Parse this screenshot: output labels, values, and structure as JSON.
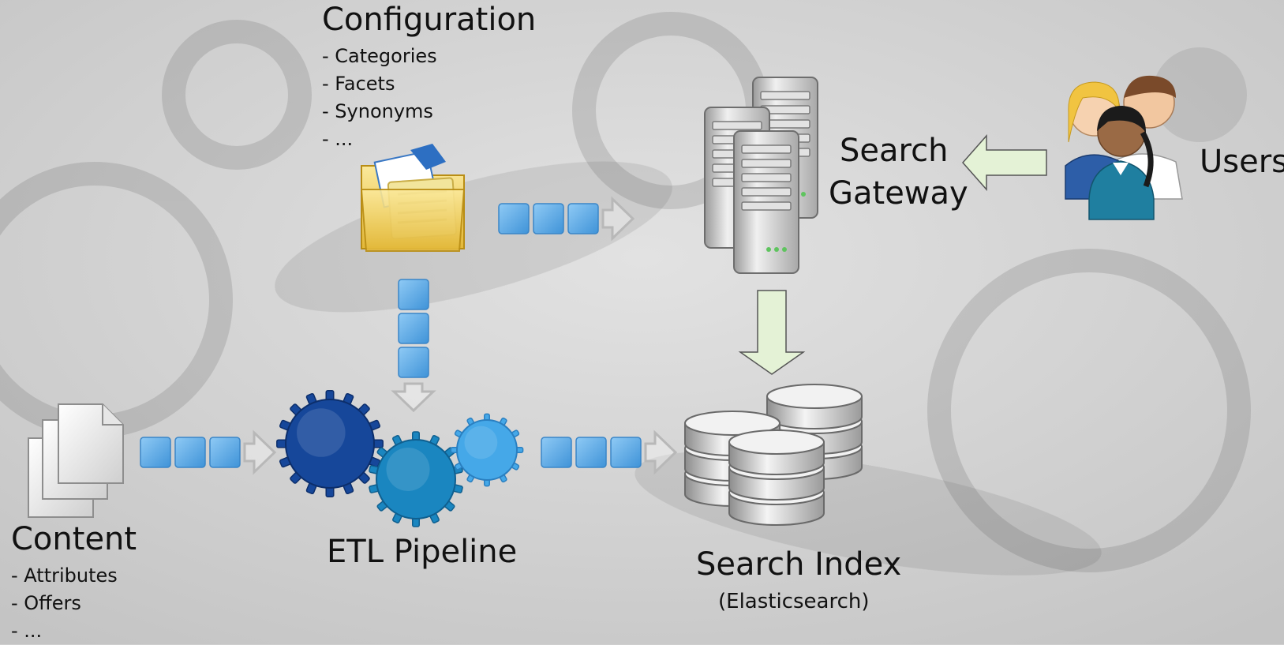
{
  "diagram": {
    "configuration": {
      "title": "Configuration",
      "items": [
        "- Categories",
        "- Facets",
        "- Synonyms",
        "- ..."
      ]
    },
    "content": {
      "title": "Content",
      "items": [
        "- Attributes",
        "- Offers",
        "- ..."
      ]
    },
    "etl": {
      "title": "ETL Pipeline"
    },
    "search_gateway": {
      "line1": "Search",
      "line2": "Gateway"
    },
    "users": {
      "title": "Users"
    },
    "search_index": {
      "title": "Search Index",
      "subtitle": "(Elasticsearch)"
    }
  },
  "colors": {
    "block_blue": "#5aa8e6",
    "arrow_green": "#e4f2d6",
    "gear_dark": "#16479a",
    "gear_mid": "#1a86c0",
    "gear_light": "#45a8e8",
    "folder_yellow": "#f3d564"
  },
  "icons": [
    "documents-icon",
    "folder-icon",
    "gears-icon",
    "servers-icon",
    "users-icon",
    "database-icon"
  ]
}
